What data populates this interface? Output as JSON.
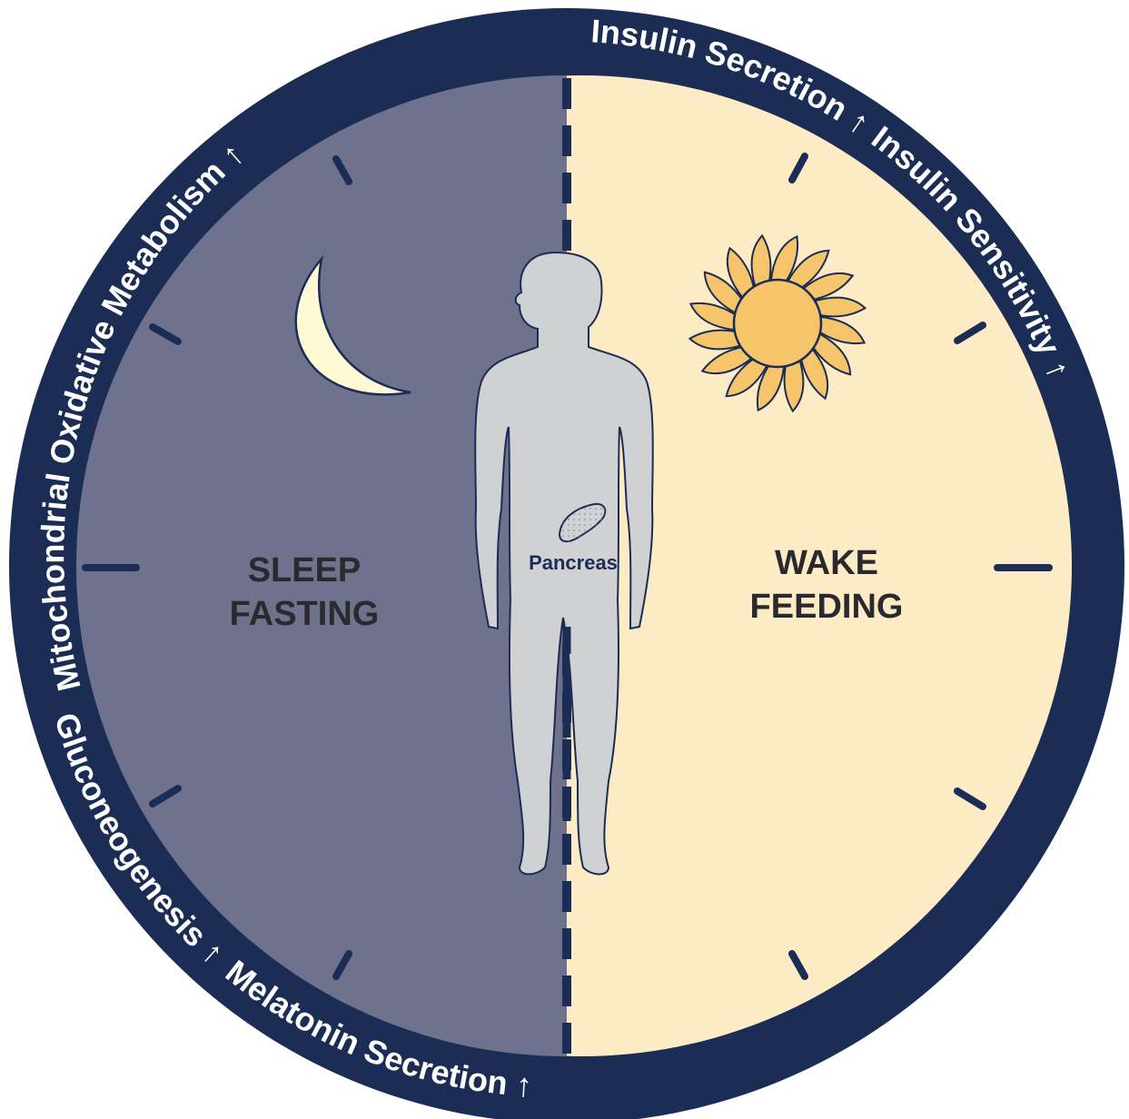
{
  "colors": {
    "ring": "#1b2d55",
    "sleep_half": "#6f728c",
    "wake_half": "#fcebc5",
    "body": "#d0d1d3",
    "moon": "#fffad4",
    "sun": "#f5c46b",
    "text_dark": "#2a2a2e"
  },
  "sleep": {
    "line1": "SLEEP",
    "line2": "FASTING",
    "icon": "moon-icon"
  },
  "wake": {
    "line1": "WAKE",
    "line2": "FEEDING",
    "icon": "sun-icon"
  },
  "organ_label": "Pancreas",
  "ring_labels": {
    "insulin_secretion": "Insulin Secretion",
    "insulin_sensitivity": "Insulin Sensitivity",
    "mitochondrial": "Mitochondrial Oxidative Metabolism",
    "gluconeogenesis": "Gluconeogenesis",
    "melatonin": "Melatonin Secretion"
  },
  "arrow_glyph": "↑"
}
